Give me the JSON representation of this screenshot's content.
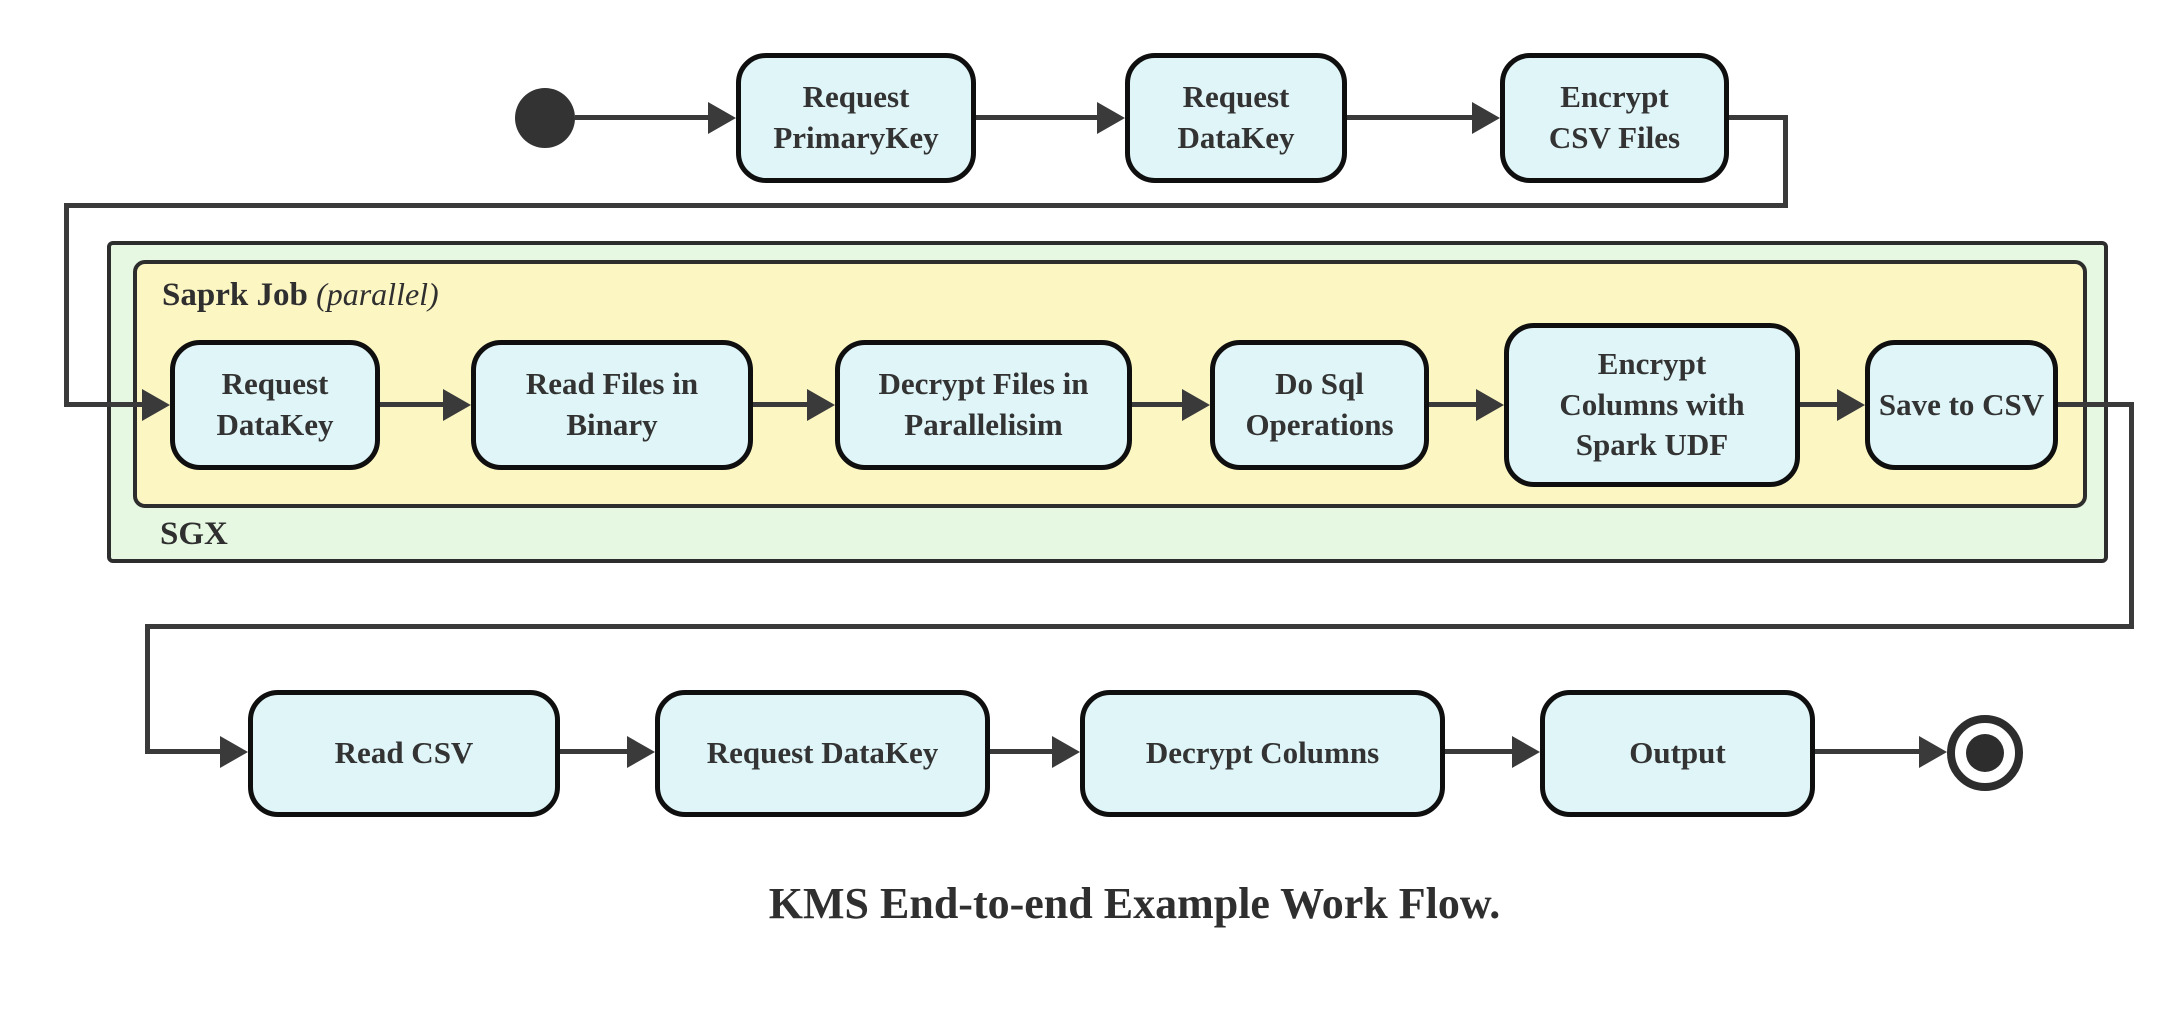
{
  "diagram": {
    "caption": "KMS End-to-end Example Work Flow.",
    "colors": {
      "node_fill": "#dff5f8",
      "node_border": "#0f0f0f",
      "connector": "#3a3a3a",
      "sgx_container_fill": "#e6f8e1",
      "spark_container_fill": "#fcf6c3",
      "container_border": "#2d2d2d",
      "text": "#2f2f2f"
    },
    "top_row": [
      {
        "label": "Request\nPrimaryKey"
      },
      {
        "label": "Request\nDataKey"
      },
      {
        "label": "Encrypt\nCSV Files"
      }
    ],
    "sgx_container": {
      "label": "SGX",
      "spark_container": {
        "label_bold": "Saprk Job",
        "label_italic": "(parallel)",
        "nodes": [
          {
            "label": "Request\nDataKey"
          },
          {
            "label": "Read Files in\nBinary"
          },
          {
            "label": "Decrypt Files in\nParallelisim"
          },
          {
            "label": "Do Sql\nOperations"
          },
          {
            "label": "Encrypt\nColumns with\nSpark UDF"
          },
          {
            "label": "Save to CSV"
          }
        ]
      }
    },
    "bottom_row": [
      {
        "label": "Read CSV"
      },
      {
        "label": "Request DataKey"
      },
      {
        "label": "Decrypt Columns"
      },
      {
        "label": "Output"
      }
    ]
  }
}
